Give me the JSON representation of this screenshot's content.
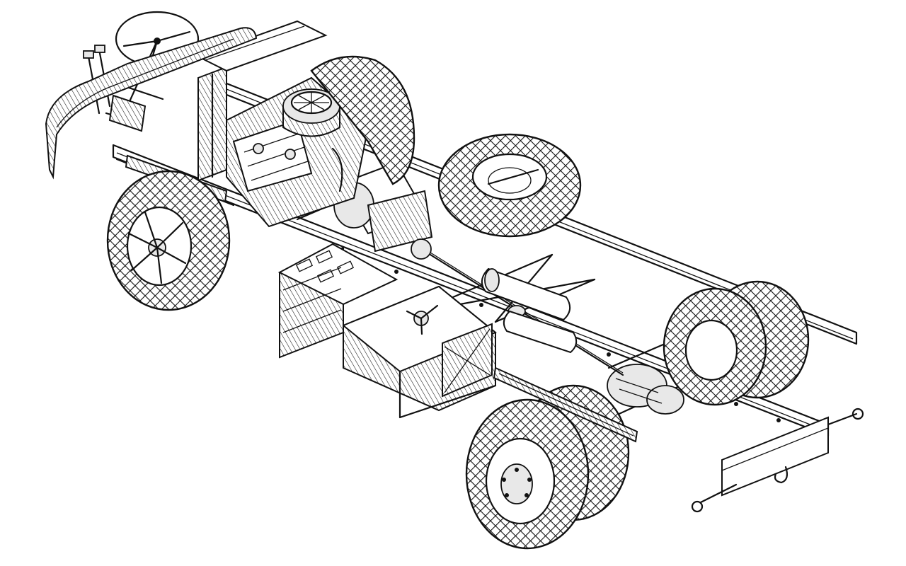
{
  "illustration": {
    "style": "black-and-white technical line drawing",
    "ink_color": "#111111",
    "paper_color": "#ffffff",
    "components": [
      "steering-wheel",
      "front-bumper",
      "cab-floor",
      "engine",
      "air-filter",
      "radiator",
      "frame-rail",
      "front-wheel",
      "spare-wheel",
      "battery-box",
      "fuel-tank",
      "gearbox",
      "drive-shaft",
      "rear-axle",
      "rear-dual-wheel",
      "rear-crossmember",
      "tow-hook"
    ]
  }
}
